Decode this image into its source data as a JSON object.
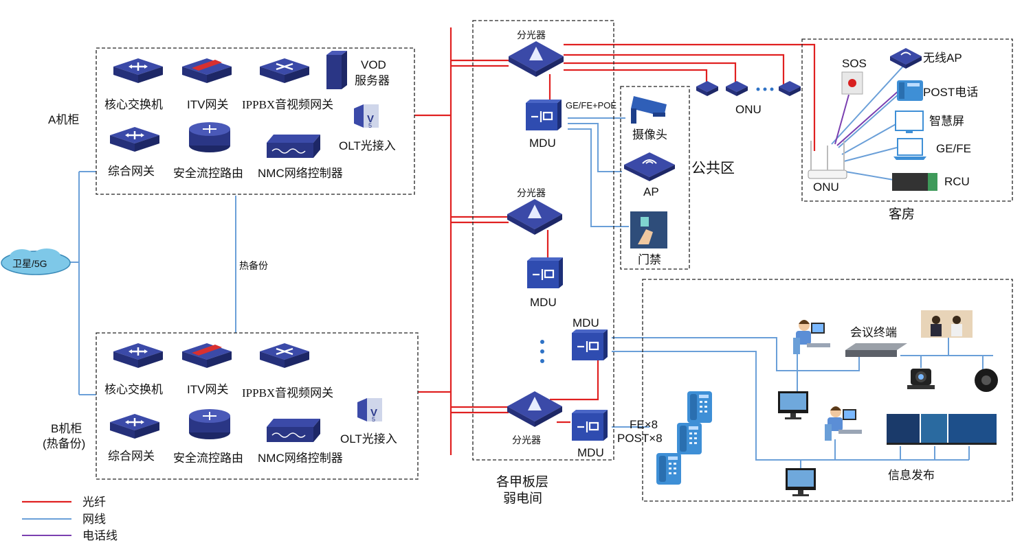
{
  "cabinet_a": {
    "title": "A机柜",
    "core_switch": "核心交换机",
    "itv_gateway": "ITV网关",
    "ippbx_gateway": "IPPBX音视频网关",
    "vod_line1": "VOD",
    "vod_line2": "服务器",
    "olt": "OLT光接入",
    "integrated_gateway": "综合网关",
    "security_router": "安全流控路由",
    "nmc": "NMC网络控制器"
  },
  "cabinet_b": {
    "title_line1": "B机柜",
    "title_line2": "(热备份)",
    "core_switch": "核心交换机",
    "itv_gateway": "ITV网关",
    "ippbx_gateway": "IPPBX音视频网关",
    "olt": "OLT光接入",
    "integrated_gateway": "综合网关",
    "security_router": "安全流控路由",
    "nmc": "NMC网络控制器"
  },
  "hot_backup": "热备份",
  "satellite": "卫星/5G",
  "weak_room": {
    "line1": "各甲板层",
    "line2": "弱电间",
    "splitter": "分光器",
    "mdu": "MDU",
    "poe_label": "GE/FE+POE",
    "fe_label": "FE×8",
    "post_label": "POST×8"
  },
  "public_area": {
    "title": "公共区",
    "camera": "摄像头",
    "ap": "AP",
    "access_control": "门禁"
  },
  "onu_chain": {
    "label": "ONU"
  },
  "guest_room": {
    "title": "客房",
    "sos": "SOS",
    "wireless_ap": "无线AP",
    "post_phone": "POST电话",
    "smart_screen": "智慧屏",
    "ge_fe": "GE/FE",
    "rcu": "RCU",
    "onu": "ONU"
  },
  "conference": {
    "terminal": "会议终端",
    "info_publish": "信息发布"
  },
  "legend": {
    "fiber": "光纤",
    "network_cable": "网线",
    "phone_line": "电话线"
  },
  "colors": {
    "fiber": "#e02020",
    "network": "#6a9fd8",
    "phone": "#7a3fb0",
    "device": "#2c3a8c"
  }
}
